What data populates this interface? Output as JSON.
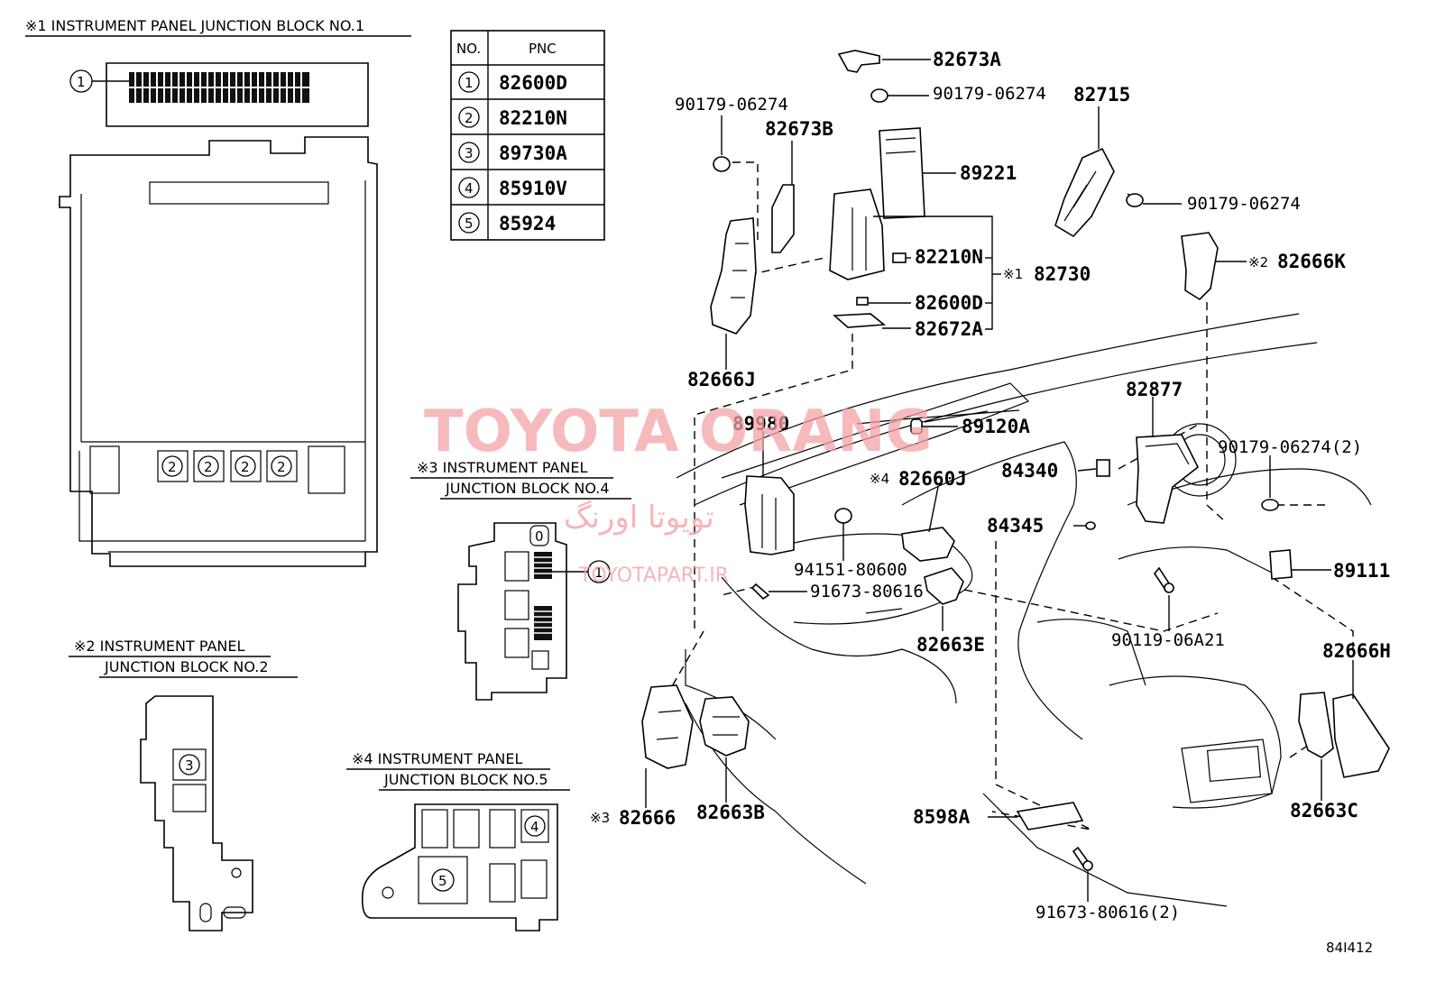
{
  "blocks": {
    "jb1": {
      "line1": "※1 INSTRUMENT PANEL JUNCTION BLOCK NO.1"
    },
    "jb2": {
      "line1": "※2 INSTRUMENT PANEL",
      "line2": "JUNCTION BLOCK NO.2"
    },
    "jb3": {
      "line1": "※3 INSTRUMENT PANEL",
      "line2": "JUNCTION BLOCK NO.4"
    },
    "jb4": {
      "line1": "※4 INSTRUMENT PANEL",
      "line2": "JUNCTION BLOCK NO.5"
    }
  },
  "pnc_table": {
    "header_no": "NO.",
    "header_pnc": "PNC",
    "rows": [
      {
        "no": "1",
        "pnc": "82600D"
      },
      {
        "no": "2",
        "pnc": "82210N"
      },
      {
        "no": "3",
        "pnc": "89730A"
      },
      {
        "no": "4",
        "pnc": "85910V"
      },
      {
        "no": "5",
        "pnc": "85924"
      }
    ]
  },
  "callouts": {
    "c1": "1",
    "c2": "2",
    "c3": "3",
    "c4": "4",
    "c5": "5",
    "c0": "0"
  },
  "parts": {
    "p82673A": "82673A",
    "p90179a": "90179-06274",
    "p90179b": "90179-06274",
    "p82673B": "82673B",
    "p82715": "82715",
    "p89221": "89221",
    "p90179c": "90179-06274",
    "p82210N": "82210N",
    "p82730_mark": "※1",
    "p82730": "82730",
    "p82666K_mark": "※2",
    "p82666K": "82666K",
    "p82600D": "82600D",
    "p82672A": "82672A",
    "p82666J": "82666J",
    "p82877": "82877",
    "p89980": "89980",
    "p89120A": "89120A",
    "p90179d": "90179-06274(2)",
    "p82660J_mark": "※4",
    "p82660J": "82660J",
    "p84340": "84340",
    "p84345": "84345",
    "p94151": "94151-80600",
    "p91673a": "91673-80616",
    "p89111": "89111",
    "p90119": "90119-06A21",
    "p82663E": "82663E",
    "p82666H": "82666H",
    "p82666_mark": "※3",
    "p82666": "82666",
    "p82663B": "82663B",
    "p8598A": "8598A",
    "p82663C": "82663C",
    "p91673b": "91673-80616(2)"
  },
  "watermark": {
    "main": "TOYOTA ORANG",
    "persian": "تویوتا اورنگ",
    "url": "TOYOTAPART.IR"
  },
  "figure_id": "84I412"
}
